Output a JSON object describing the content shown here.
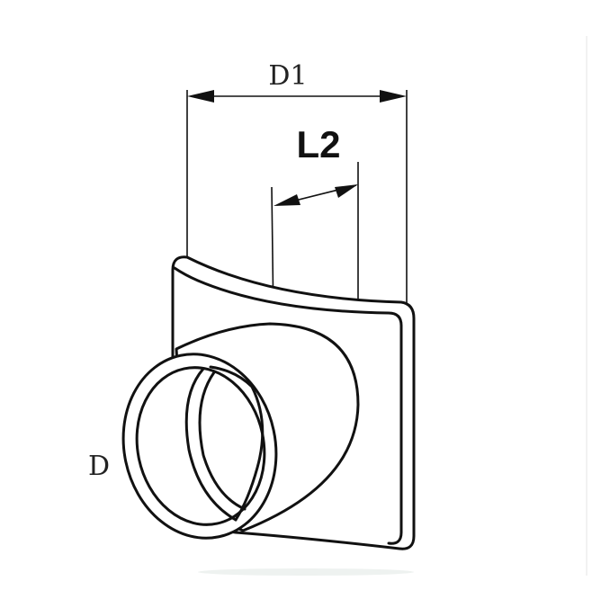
{
  "diagram": {
    "labels": {
      "d1": "D1",
      "l2": "L2",
      "d": "D"
    },
    "colors": {
      "stroke": "#111111",
      "background": "#ffffff"
    }
  }
}
